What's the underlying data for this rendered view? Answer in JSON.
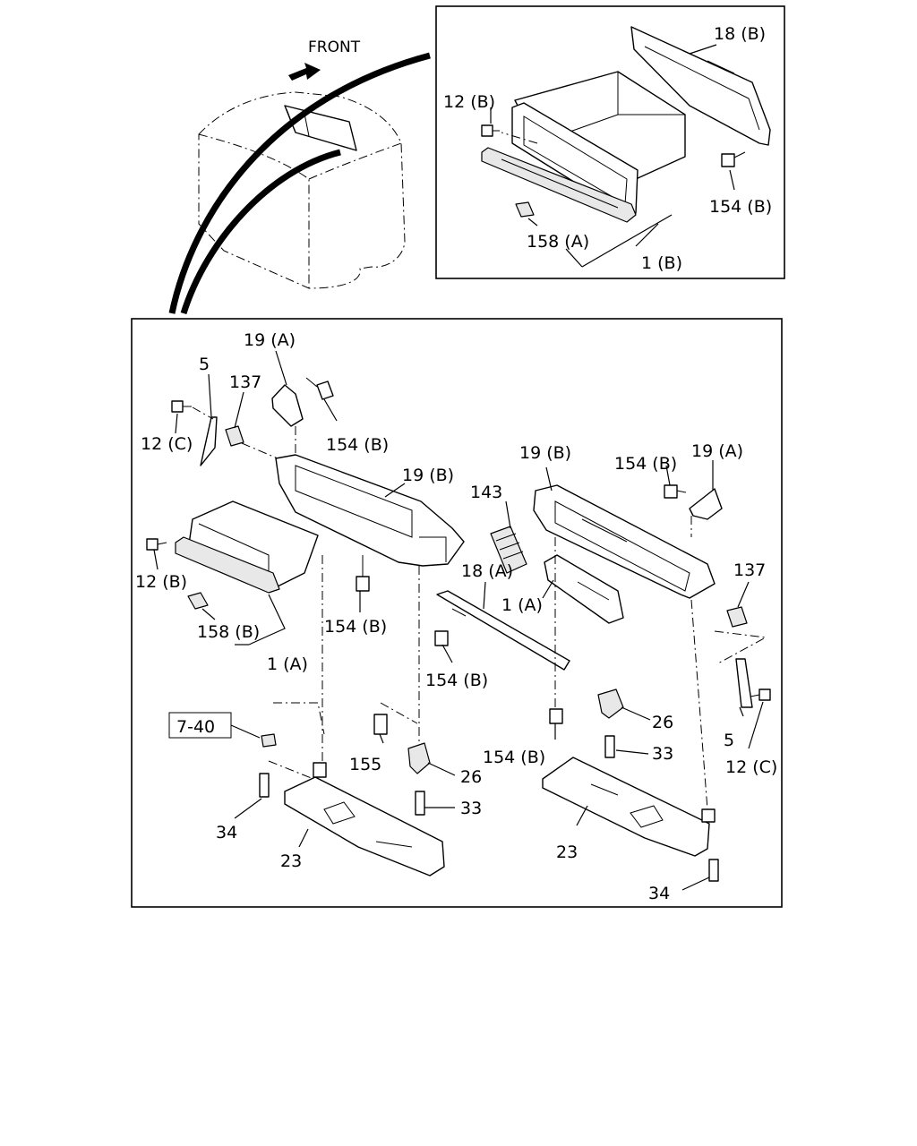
{
  "header": {
    "front_label": "FRONT"
  },
  "inset": {
    "labels": {
      "l18b": "18 (B)",
      "l12b": "12 (B)",
      "l154b": "154 (B)",
      "l158a": "158 (A)",
      "l1b": "1 (B)"
    }
  },
  "main": {
    "labels": {
      "l19a_left": "19 (A)",
      "l5_left": "5",
      "l137_left": "137",
      "l12c_left": "12 (C)",
      "l154b_top_left": "154 (B)",
      "l19b_left": "19 (B)",
      "l12b_left": "12 (B)",
      "l154b_mid_left": "154 (B)",
      "l158b": "158 (B)",
      "l1a_left": "1 (A)",
      "l143": "143",
      "l18a": "18 (A)",
      "l154b_center": "154 (B)",
      "l19b_right": "19 (B)",
      "l154b_top_right": "154 (B)",
      "l19a_right": "19 (A)",
      "l137_right": "137",
      "l1a_right": "1 (A)",
      "l26_left": "26",
      "l33_left": "33",
      "l155": "155",
      "l34_left": "34",
      "l23_left": "23",
      "ref_box": "7-40",
      "l154b_lower_right": "154 (B)",
      "l26_right": "26",
      "l33_right": "33",
      "l5_right": "5",
      "l12c_right": "12 (C)",
      "l23_right": "23",
      "l34_right": "34"
    }
  }
}
